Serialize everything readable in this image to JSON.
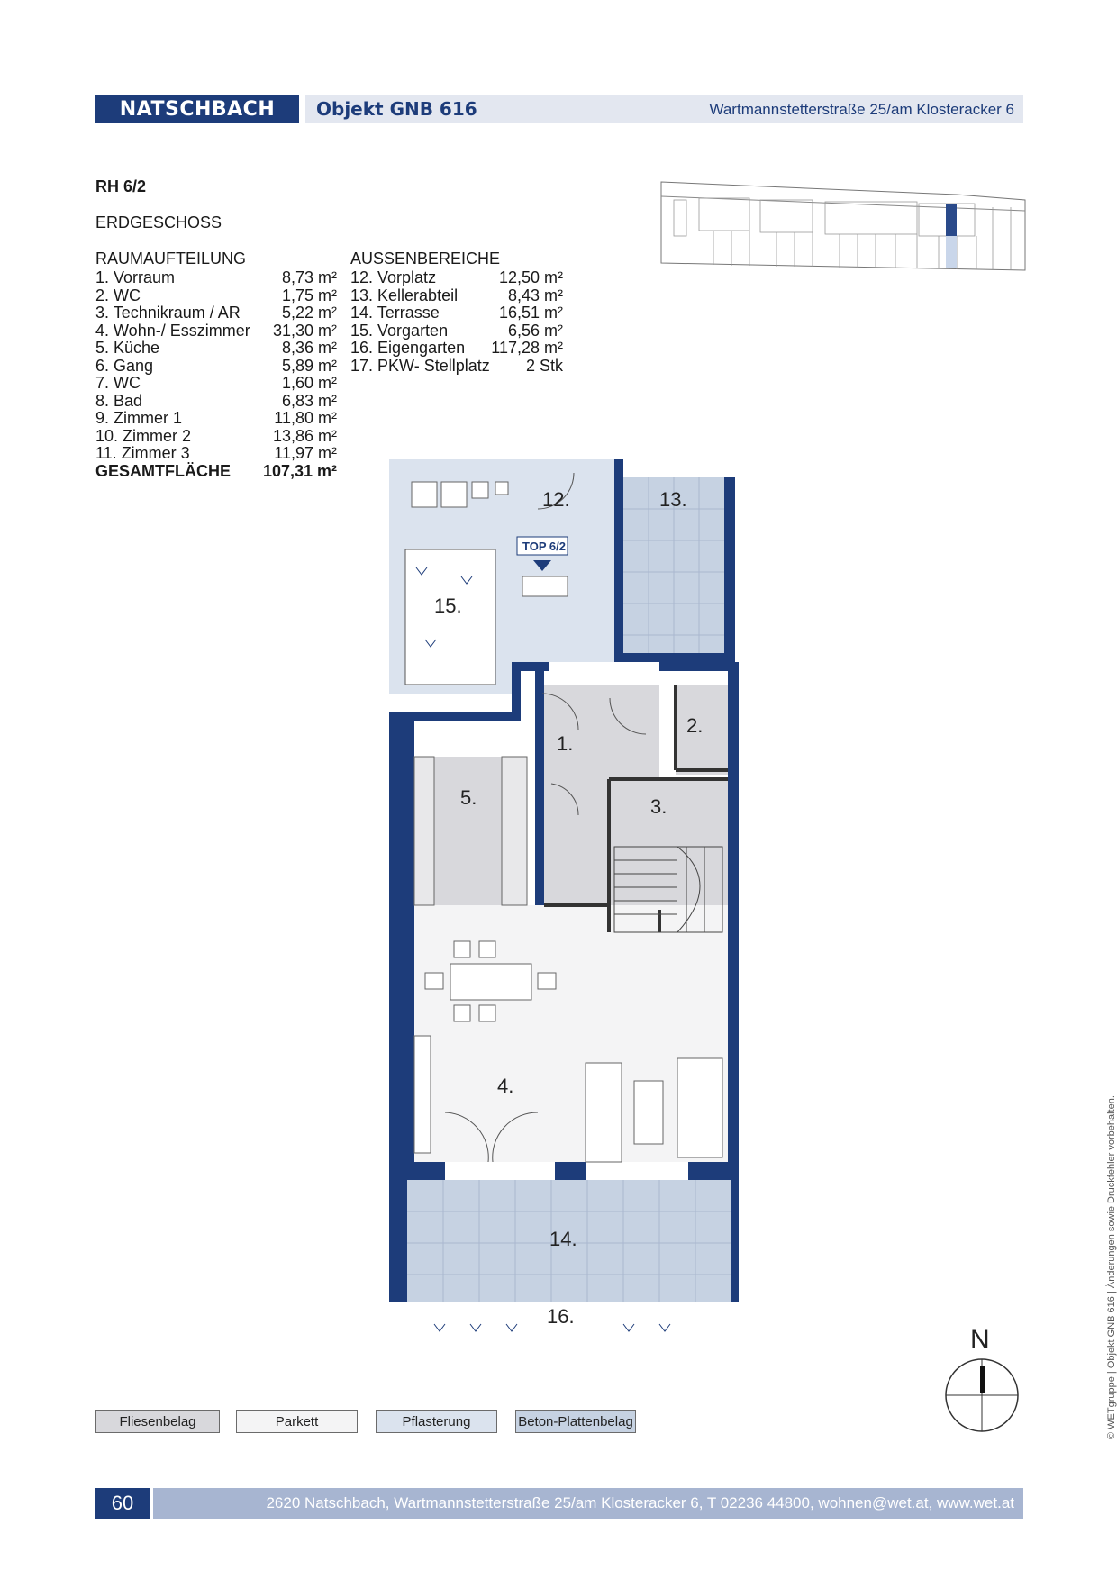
{
  "header": {
    "city": "NATSCHBACH",
    "object": "Objekt GNB 616",
    "address": "Wartmannstetterstraße 25/am Klosteracker 6"
  },
  "unit": {
    "title": "RH 6/2",
    "floor": "ERDGESCHOSS"
  },
  "rooms": {
    "heading": "RAUMAUFTEILUNG",
    "items": [
      {
        "label": " 1. Vorraum",
        "area": "8,73 m²"
      },
      {
        "label": " 2. WC",
        "area": "1,75 m²"
      },
      {
        "label": " 3. Technikraum / AR",
        "area": "5,22 m²"
      },
      {
        "label": " 4. Wohn-/ Esszimmer",
        "area": "31,30 m²"
      },
      {
        "label": " 5. Küche",
        "area": "8,36 m²"
      },
      {
        "label": " 6. Gang",
        "area": "5,89 m²"
      },
      {
        "label": " 7. WC",
        "area": "1,60 m²"
      },
      {
        "label": " 8. Bad",
        "area": "6,83 m²"
      },
      {
        "label": " 9. Zimmer 1",
        "area": "11,80 m²"
      },
      {
        "label": "10. Zimmer 2",
        "area": "13,86 m²"
      },
      {
        "label": "11. Zimmer 3",
        "area": "11,97 m²"
      }
    ],
    "total_label": "GESAMTFLÄCHE",
    "total_area": "107,31 m²"
  },
  "outdoor": {
    "heading": "AUSSENBEREICHE",
    "items": [
      {
        "label": "12. Vorplatz",
        "area": "12,50 m²"
      },
      {
        "label": "13. Kellerabteil",
        "area": "8,43 m²"
      },
      {
        "label": "14. Terrasse",
        "area": "16,51 m²"
      },
      {
        "label": "15. Vorgarten",
        "area": "6,56 m²"
      },
      {
        "label": "16. Eigengarten",
        "area": "117,28 m²"
      },
      {
        "label": "17. PKW- Stellplatz",
        "area": "2 Stk"
      }
    ]
  },
  "plan": {
    "labels": {
      "r1": "1.",
      "r2": "2.",
      "r3": "3.",
      "r4": "4.",
      "r5": "5.",
      "r12": "12.",
      "r13": "13.",
      "r14": "14.",
      "r15": "15.",
      "r16": "16."
    },
    "entrance_tag": "TOP 6/2",
    "colors": {
      "wall": "#1d3c7a",
      "tile": "#d8d8dc",
      "parquet": "#f4f4f5",
      "paving": "#dbe3ee",
      "concrete": "#c6d2e2"
    }
  },
  "legend": {
    "tiles": "Fliesenbelag",
    "parquet": "Parkett",
    "paving": "Pflasterung",
    "concrete": "Beton-Plattenbelag"
  },
  "compass": {
    "label": "N"
  },
  "footer": {
    "page": "60",
    "text": "2620 Natschbach, Wartmannstetterstraße 25/am Klosteracker 6, T 02236 44800, wohnen@wet.at, www.wet.at"
  },
  "side_note": "© WETgruppe | Objekt GNB 616 | Änderungen sowie Druckfehler vorbehalten."
}
